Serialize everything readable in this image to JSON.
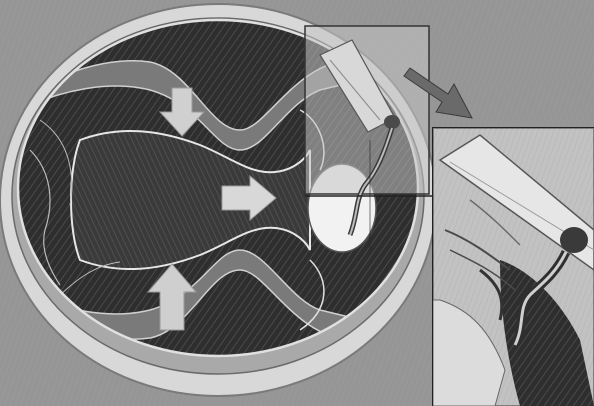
{
  "illustration": {
    "labels": [],
    "colors": {
      "background": "#8a8a8a",
      "eye_wall": "#dcdcdc",
      "vitreous_dark": "#2c2c2c",
      "cavity_outline": "#e6e6e6",
      "arrow_fill": "#cfcfcf",
      "inset_bg": "#c9c9c9",
      "vessel": "#3a3a3a"
    },
    "arrows": [
      {
        "name": "arrow-down-top",
        "direction": "down"
      },
      {
        "name": "arrow-right-center",
        "direction": "right"
      },
      {
        "name": "arrow-up-bottom",
        "direction": "up"
      },
      {
        "name": "arrow-to-inset",
        "direction": "down-right"
      }
    ]
  }
}
